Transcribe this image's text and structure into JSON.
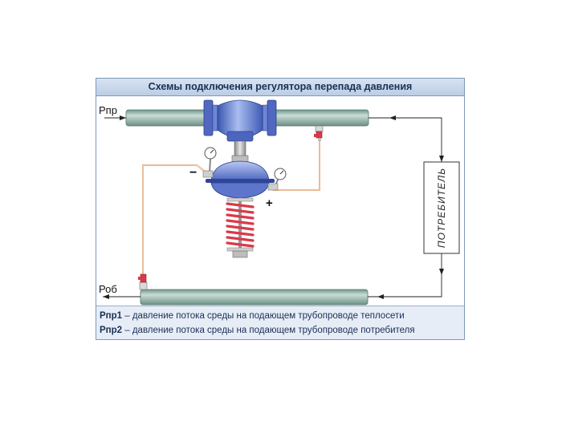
{
  "title": "Схемы подключения регулятора перепада давления",
  "labels": {
    "supply_pressure": "Рпр",
    "return_pressure": "Роб",
    "consumer": "ПОТРЕБИТЕЛЬ",
    "minus_sign": "−",
    "plus_sign": "+"
  },
  "legend": [
    {
      "term": "Рпр1",
      "description": " – давление потока среды на подающем трубопроводе теплосети"
    },
    {
      "term": "Рпр2",
      "description": " – давление потока среды на подающем трубопроводе потребителя"
    }
  ],
  "colors": {
    "pipe": "#8db0a6",
    "valve": "#5a73c8",
    "spring": "#d93a4a",
    "impulse_line": "#e0a070",
    "flow_line": "#222222"
  }
}
